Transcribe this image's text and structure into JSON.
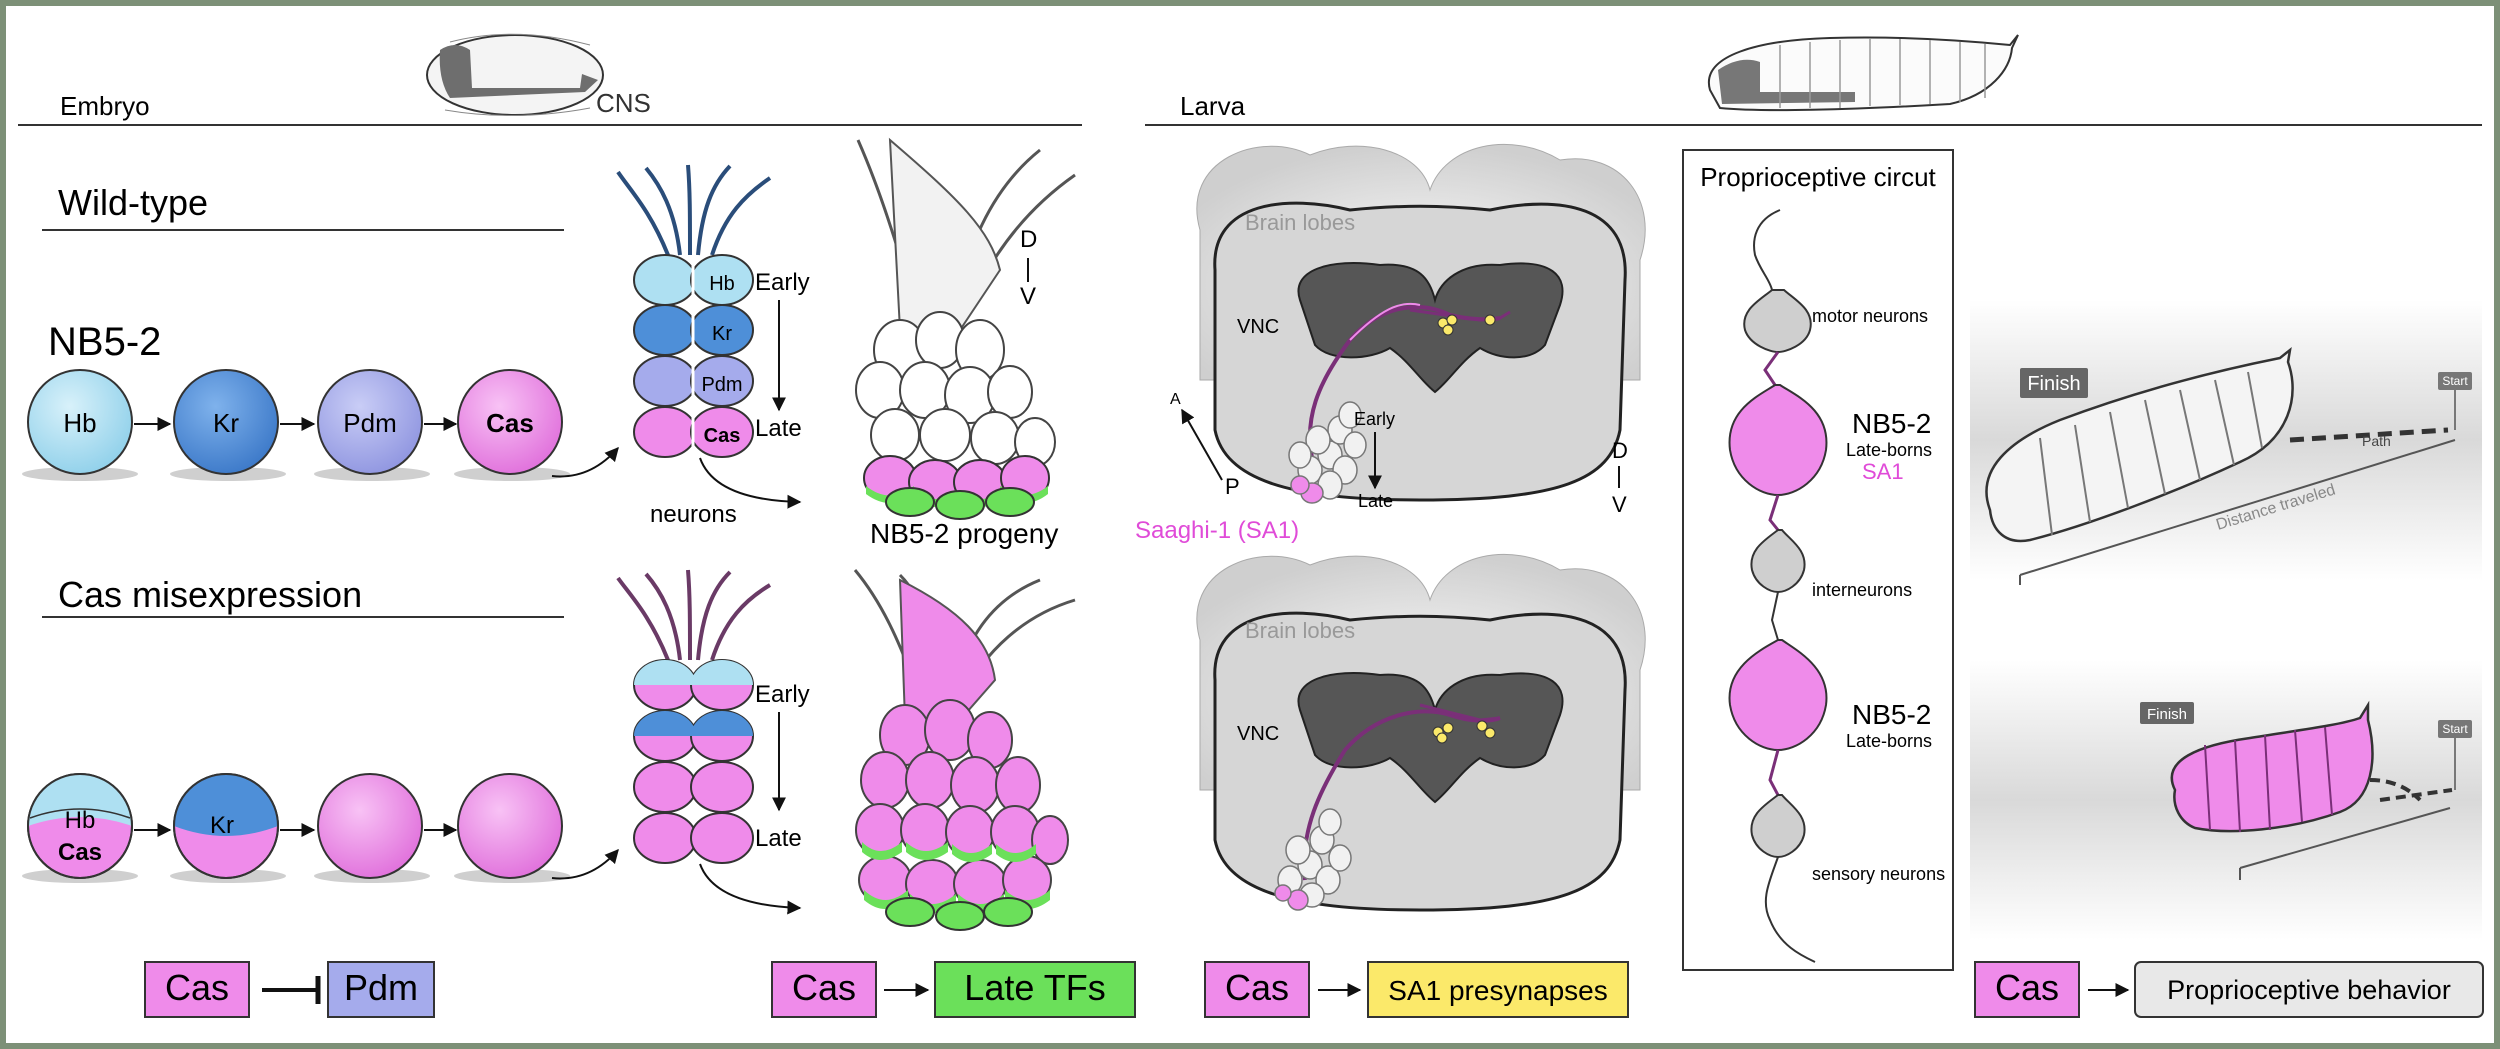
{
  "embryo": {
    "section_label": "Embryo",
    "cns_label": "CNS",
    "wildtype": {
      "heading": "Wild-type",
      "lineage_label": "NB5-2",
      "neuroblast_states": [
        "Hb",
        "Kr",
        "Pdm",
        "Cas"
      ],
      "column_labels": [
        "Hb",
        "Kr",
        "Pdm",
        "Cas"
      ],
      "early_label": "Early",
      "late_label": "Late",
      "neurons_label": "neurons",
      "progeny_label": "NB5-2 progeny",
      "axis_dorsal": "D",
      "axis_ventral": "V"
    },
    "misexpression": {
      "heading": "Cas misexpression",
      "neuroblast_states": [
        "Hb",
        "Kr"
      ],
      "cas_overlay": "Cas",
      "early_label": "Early",
      "late_label": "Late"
    }
  },
  "larva": {
    "section_label": "Larva",
    "brain_lobes_label": "Brain lobes",
    "vnc_label": "VNC",
    "early_label": "Early",
    "late_label": "Late",
    "axis_dorsal": "D",
    "axis_ventral": "V",
    "axis_anterior": "A",
    "axis_posterior": "P",
    "neuron_label": "Saaghi-1 (SA1)"
  },
  "circuit": {
    "title": "Proprioceptive circut",
    "motor_label": "motor neurons",
    "nb52_label": "NB5-2",
    "lateborns_label": "Late-borns",
    "sa1_label": "SA1",
    "inter_label": "interneurons",
    "nb52_label_2": "NB5-2",
    "lateborns_label_2": "Late-borns",
    "sensory_label": "sensory neurons"
  },
  "behavior": {
    "finish_label": "Finish",
    "start_label": "Start",
    "path_label": "Path",
    "distance_label": "Distance traveled",
    "finish_label_2": "Finish",
    "start_label_2": "Start"
  },
  "relations": [
    {
      "source": "Cas",
      "type": "inhibits",
      "target": "Pdm"
    },
    {
      "source": "Cas",
      "type": "activates",
      "target": "Late TFs"
    },
    {
      "source": "Cas",
      "type": "activates",
      "target": "SA1 presynapses"
    },
    {
      "source": "Cas",
      "type": "activates",
      "target": "Proprioceptive behavior"
    }
  ],
  "colors": {
    "hb": "#aee0f2",
    "kr": "#4e8fd8",
    "pdm": "#a5abec",
    "cas": "#ef8bea",
    "late_tfs": "#6be05a",
    "sa1_presynapses": "#fbe96a",
    "behavior": "#e8e8e8",
    "frame": "#7d9077"
  }
}
